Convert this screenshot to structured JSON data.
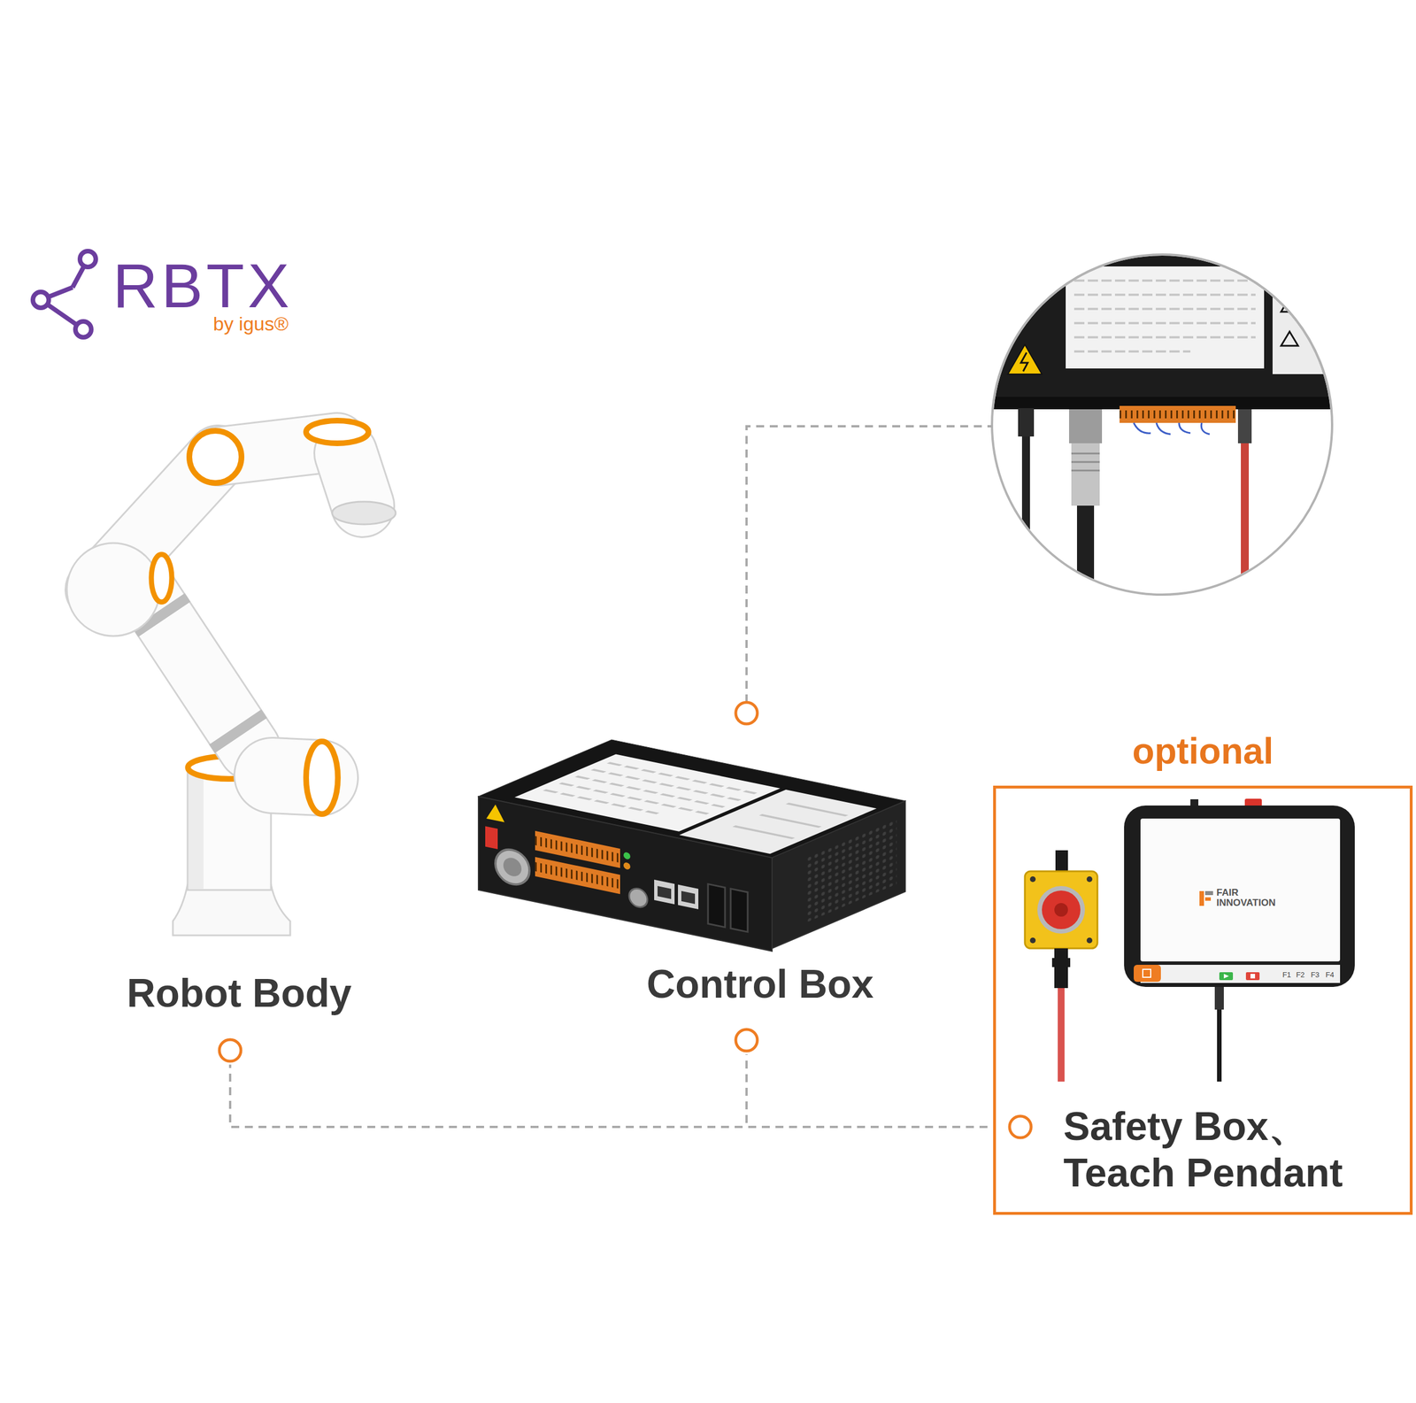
{
  "diagram": {
    "nodes": [
      {
        "text": [
          "Robot Body"
        ]
      },
      {
        "text": [
          "Control Box"
        ]
      },
      {
        "text": [
          "optional",
          "Safety Box、 Teach Pendant"
        ]
      }
    ],
    "edges": [
      {
        "from": 0,
        "to": 2,
        "arrow": "none"
      },
      {
        "from": 1,
        "to": 2,
        "arrow": "none"
      }
    ],
    "labels": [
      "RBTX",
      "by igus®",
      "FAIR INNOVATION",
      "F1",
      "F2",
      "F3",
      "F4"
    ]
  }
}
